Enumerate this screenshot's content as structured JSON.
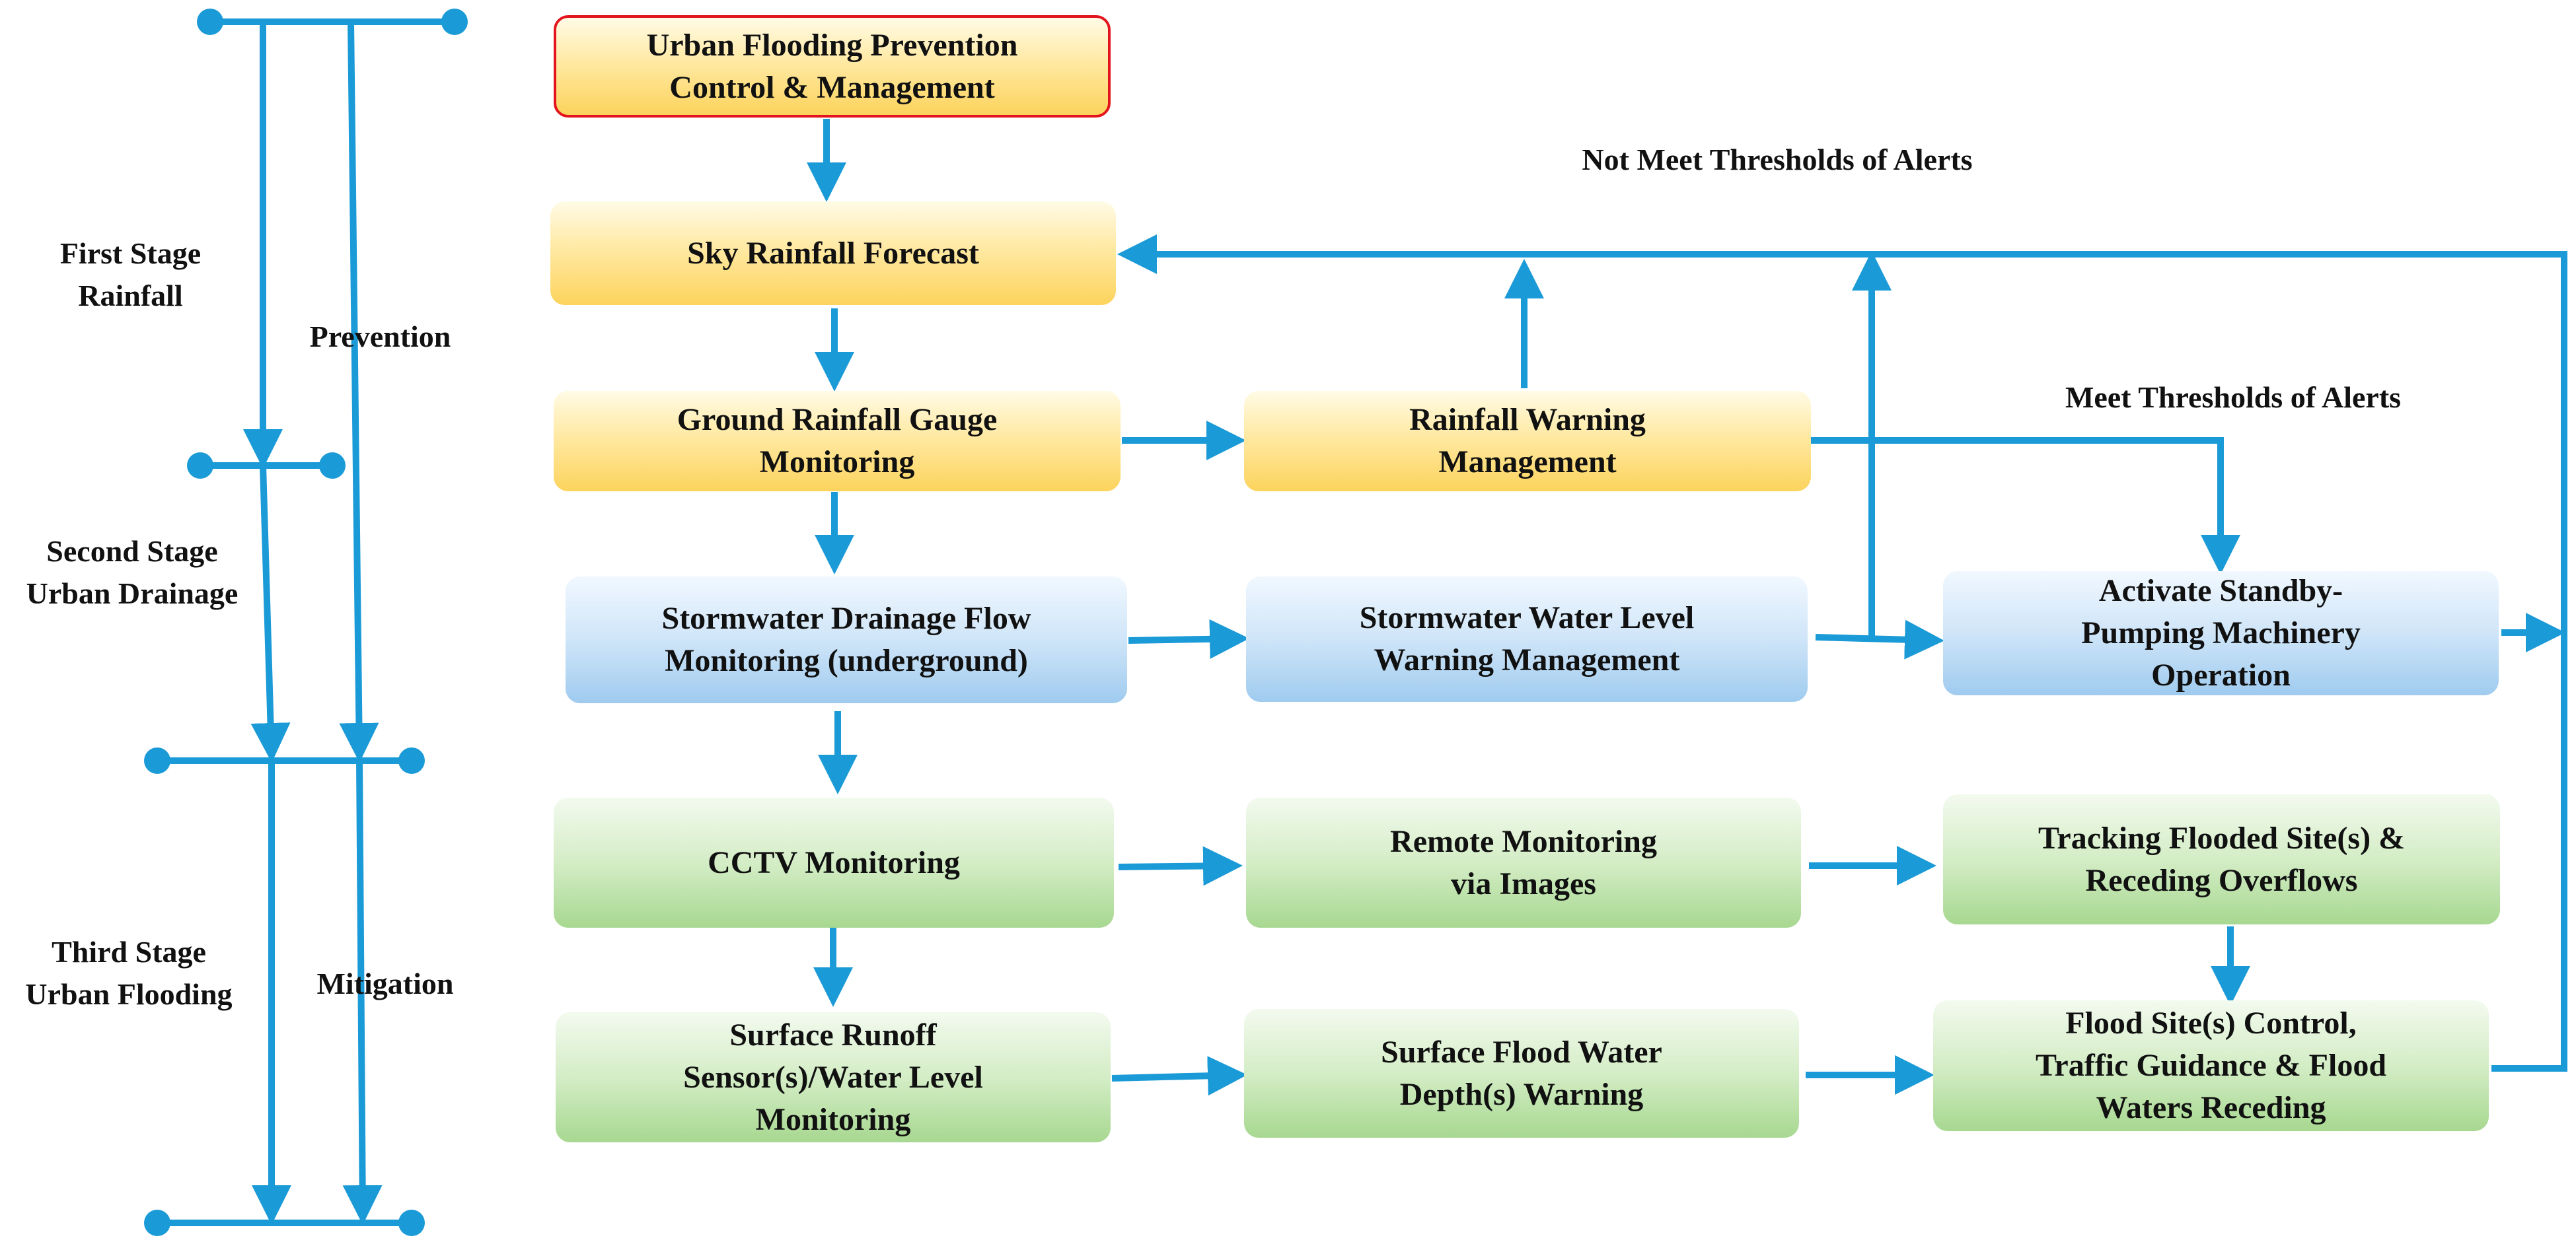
{
  "stages": {
    "first": "First Stage\nRainfall",
    "second": "Second Stage\nUrban Drainage",
    "third": "Third Stage\nUrban Flooding"
  },
  "phases": {
    "prevention": "Prevention",
    "mitigation": "Mitigation"
  },
  "annotations": {
    "not_meet": "Not Meet Thresholds of Alerts",
    "meet": "Meet Thresholds of Alerts"
  },
  "boxes": {
    "title": "Urban Flooding Prevention\nControl & Management",
    "sky_forecast": "Sky Rainfall Forecast",
    "ground_gauge": "Ground Rainfall Gauge\nMonitoring",
    "rainfall_warning": "Rainfall Warning\nManagement",
    "stormwater_flow": "Stormwater Drainage Flow\nMonitoring (underground)",
    "stormwater_level": "Stormwater Water Level\nWarning Management",
    "standby_pumping": "Activate Standby-\nPumping Machinery\nOperation",
    "cctv": "CCTV Monitoring",
    "remote_monitoring": "Remote Monitoring\nvia Images",
    "tracking": "Tracking Flooded Site(s) &\nReceding Overflows",
    "surface_runoff": "Surface Runoff\nSensor(s)/Water Level\nMonitoring",
    "surface_flood_depth": "Surface Flood Water\nDepth(s) Warning",
    "flood_site_control": "Flood Site(s) Control,\nTraffic Guidance & Flood\nWaters Receding"
  },
  "colors": {
    "connector": "#1a9ad6",
    "title_border": "#e3141d",
    "yellow_stage": "#fcd35c",
    "blue_stage": "#9fcbef",
    "green_stage": "#a7d890"
  }
}
